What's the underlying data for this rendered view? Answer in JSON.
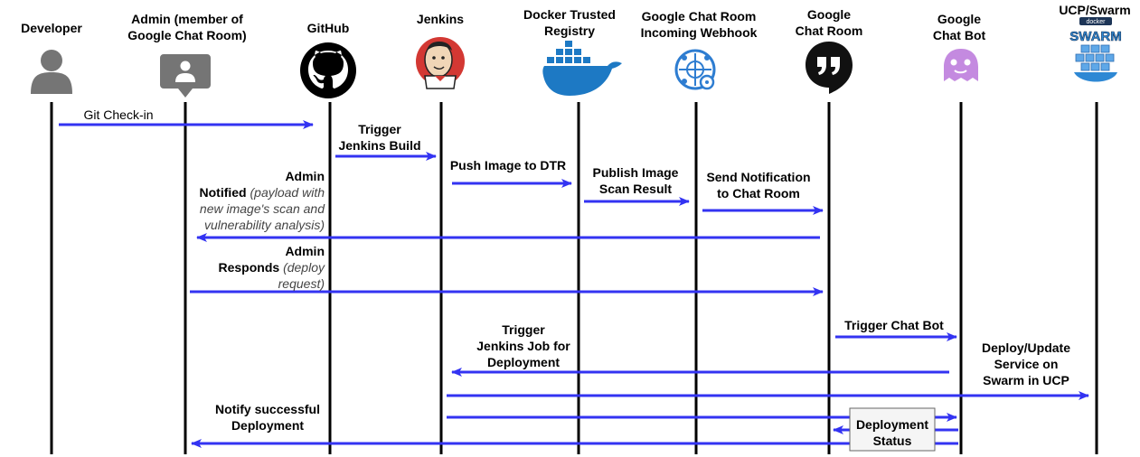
{
  "actors": [
    {
      "id": "developer",
      "label_lines": [
        "Developer"
      ],
      "icon": "user-icon"
    },
    {
      "id": "admin",
      "label_lines": [
        "Admin (member of",
        "Google Chat Room)"
      ],
      "icon": "contact-chat-icon"
    },
    {
      "id": "github",
      "label_lines": [
        "GitHub"
      ],
      "icon": "github-icon"
    },
    {
      "id": "jenkins",
      "label_lines": [
        "Jenkins"
      ],
      "icon": "jenkins-icon"
    },
    {
      "id": "dtr",
      "label_lines": [
        "Docker Trusted",
        "Registry"
      ],
      "icon": "docker-icon"
    },
    {
      "id": "webhook",
      "label_lines": [
        "Google Chat Room",
        "Incoming Webhook"
      ],
      "icon": "webhook-icon"
    },
    {
      "id": "chatroom",
      "label_lines": [
        "Google",
        "Chat Room"
      ],
      "icon": "google-chat-icon"
    },
    {
      "id": "chatbot",
      "label_lines": [
        "Google",
        "Chat Bot"
      ],
      "icon": "chat-bot-icon"
    },
    {
      "id": "ucp",
      "label_lines": [
        "UCP/Swarm"
      ],
      "icon": "docker-swarm-icon"
    }
  ],
  "swarm_logo_text": {
    "top": "docker",
    "main": "SWARM"
  },
  "messages": [
    {
      "id": "git-checkin",
      "lines": [
        {
          "segments": [
            {
              "text": "Git Check-in",
              "style": "normal"
            }
          ]
        }
      ]
    },
    {
      "id": "trigger-jenkins-build",
      "lines": [
        {
          "segments": [
            {
              "text": "Trigger",
              "style": "bold"
            }
          ]
        },
        {
          "segments": [
            {
              "text": "Jenkins Build",
              "style": "bold"
            }
          ]
        }
      ]
    },
    {
      "id": "push-image",
      "lines": [
        {
          "segments": [
            {
              "text": "Push Image to DTR",
              "style": "bold"
            }
          ]
        }
      ]
    },
    {
      "id": "publish-scan",
      "lines": [
        {
          "segments": [
            {
              "text": "Publish Image",
              "style": "bold"
            }
          ]
        },
        {
          "segments": [
            {
              "text": "Scan Result",
              "style": "bold"
            }
          ]
        }
      ]
    },
    {
      "id": "send-notification",
      "lines": [
        {
          "segments": [
            {
              "text": "Send Notification",
              "style": "bold"
            }
          ]
        },
        {
          "segments": [
            {
              "text": "to Chat Room",
              "style": "bold"
            }
          ]
        }
      ]
    },
    {
      "id": "admin-notified",
      "lines": [
        {
          "segments": [
            {
              "text": "Admin",
              "style": "bold"
            }
          ]
        },
        {
          "segments": [
            {
              "text": "Notified",
              "style": "bold"
            },
            {
              "text": " (payload with",
              "style": "note"
            }
          ]
        },
        {
          "segments": [
            {
              "text": "new image's scan and",
              "style": "note"
            }
          ]
        },
        {
          "segments": [
            {
              "text": "vulnerability analysis)",
              "style": "note"
            }
          ]
        }
      ]
    },
    {
      "id": "admin-responds",
      "lines": [
        {
          "segments": [
            {
              "text": "Admin",
              "style": "bold"
            }
          ]
        },
        {
          "segments": [
            {
              "text": "Responds",
              "style": "bold"
            },
            {
              "text": " (deploy",
              "style": "note"
            }
          ]
        },
        {
          "segments": [
            {
              "text": "request)",
              "style": "note"
            }
          ]
        }
      ]
    },
    {
      "id": "trigger-chat-bot",
      "lines": [
        {
          "segments": [
            {
              "text": "Trigger Chat Bot",
              "style": "bold"
            }
          ]
        }
      ]
    },
    {
      "id": "trigger-jenkins-job",
      "lines": [
        {
          "segments": [
            {
              "text": "Trigger",
              "style": "bold"
            }
          ]
        },
        {
          "segments": [
            {
              "text": "Jenkins Job for",
              "style": "bold"
            }
          ]
        },
        {
          "segments": [
            {
              "text": "Deployment",
              "style": "bold"
            }
          ]
        }
      ]
    },
    {
      "id": "deploy-update",
      "lines": [
        {
          "segments": [
            {
              "text": "Deploy/Update",
              "style": "bold"
            }
          ]
        },
        {
          "segments": [
            {
              "text": "Service on",
              "style": "bold"
            }
          ]
        },
        {
          "segments": [
            {
              "text": "Swarm in UCP",
              "style": "bold"
            }
          ]
        }
      ]
    },
    {
      "id": "notify-success",
      "lines": [
        {
          "segments": [
            {
              "text": "Notify successful",
              "style": "bold"
            }
          ]
        },
        {
          "segments": [
            {
              "text": "Deployment",
              "style": "bold"
            }
          ]
        }
      ]
    },
    {
      "id": "deployment-status",
      "lines": [
        {
          "segments": [
            {
              "text": "Deployment",
              "style": "bold"
            }
          ]
        },
        {
          "segments": [
            {
              "text": "Status",
              "style": "bold"
            }
          ]
        }
      ]
    }
  ],
  "colors": {
    "arrow": "#3333f2",
    "lifeline": "#000000",
    "user_gray": "#757575",
    "github": "#000000",
    "jenkins_red": "#d33833",
    "docker_blue": "#1d79c4",
    "webhook_blue": "#2e7dd1",
    "chat_black": "#111111",
    "chatbot_purple": "#c48ae0",
    "status_box_fill": "#f5f5f5",
    "status_box_stroke": "#666666"
  }
}
